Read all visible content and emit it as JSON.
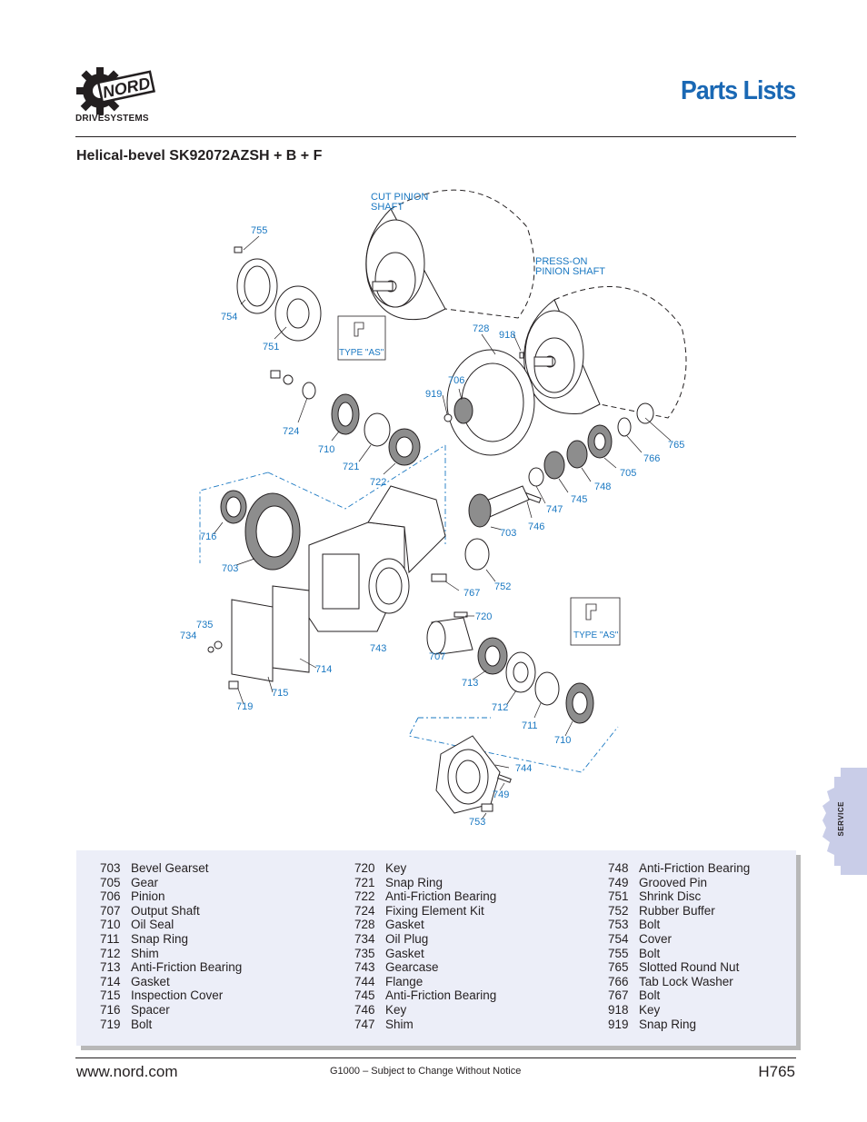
{
  "header": {
    "brand": "NORD",
    "brand_sub": "DRIVESYSTEMS",
    "title": "Parts Lists",
    "subtitle": "Helical-bevel SK92072AZSH + B + F"
  },
  "diagram": {
    "labels": {
      "cut_pinion_1": "CUT PINION",
      "cut_pinion_2": "SHAFT",
      "press_on_1": "PRESS-ON",
      "press_on_2": "PINION SHAFT",
      "type_as_1": "TYPE \"AS\"",
      "type_as_2": "TYPE \"AS\"",
      "c755": "755",
      "c754": "754",
      "c751": "751",
      "c724": "724",
      "c710a": "710",
      "c721": "721",
      "c722": "722",
      "c728": "728",
      "c918": "918",
      "c706": "706",
      "c919": "919",
      "c765": "765",
      "c766": "766",
      "c705": "705",
      "c748": "748",
      "c745": "745",
      "c747": "747",
      "c746": "746",
      "c703a": "703",
      "c716": "716",
      "c703b": "703",
      "c752": "752",
      "c767": "767",
      "c720": "720",
      "c735": "735",
      "c734": "734",
      "c743": "743",
      "c707": "707",
      "c714": "714",
      "c713": "713",
      "c712": "712",
      "c711": "711",
      "c710b": "710",
      "c715": "715",
      "c719": "719",
      "c744": "744",
      "c749": "749",
      "c753": "753"
    }
  },
  "parts": {
    "col1": [
      {
        "num": "703",
        "name": "Bevel Gearset"
      },
      {
        "num": "705",
        "name": "Gear"
      },
      {
        "num": "706",
        "name": "Pinion"
      },
      {
        "num": "707",
        "name": "Output Shaft"
      },
      {
        "num": "710",
        "name": "Oil Seal"
      },
      {
        "num": "711",
        "name": "Snap Ring"
      },
      {
        "num": "712",
        "name": "Shim"
      },
      {
        "num": "713",
        "name": "Anti-Friction Bearing"
      },
      {
        "num": "714",
        "name": "Gasket"
      },
      {
        "num": "715",
        "name": "Inspection Cover"
      },
      {
        "num": "716",
        "name": "Spacer"
      },
      {
        "num": "719",
        "name": "Bolt"
      }
    ],
    "col2": [
      {
        "num": "720",
        "name": "Key"
      },
      {
        "num": "721",
        "name": "Snap Ring"
      },
      {
        "num": "722",
        "name": "Anti-Friction Bearing"
      },
      {
        "num": "724",
        "name": "Fixing Element Kit"
      },
      {
        "num": "728",
        "name": "Gasket"
      },
      {
        "num": "734",
        "name": "Oil Plug"
      },
      {
        "num": "735",
        "name": "Gasket"
      },
      {
        "num": "743",
        "name": "Gearcase"
      },
      {
        "num": "744",
        "name": "Flange"
      },
      {
        "num": "745",
        "name": "Anti-Friction Bearing"
      },
      {
        "num": "746",
        "name": "Key"
      },
      {
        "num": "747",
        "name": "Shim"
      }
    ],
    "col3": [
      {
        "num": "748",
        "name": "Anti-Friction Bearing"
      },
      {
        "num": "749",
        "name": "Grooved Pin"
      },
      {
        "num": "751",
        "name": "Shrink Disc"
      },
      {
        "num": "752",
        "name": "Rubber Buffer"
      },
      {
        "num": "753",
        "name": "Bolt"
      },
      {
        "num": "754",
        "name": "Cover"
      },
      {
        "num": "755",
        "name": "Bolt"
      },
      {
        "num": "765",
        "name": "Slotted Round Nut"
      },
      {
        "num": "766",
        "name": "Tab Lock Washer"
      },
      {
        "num": "767",
        "name": "Bolt"
      },
      {
        "num": "918",
        "name": "Key"
      },
      {
        "num": "919",
        "name": "Snap Ring"
      }
    ]
  },
  "footer": {
    "url": "www.nord.com",
    "note": "G1000 – Subject to Change Without Notice",
    "page": "H765"
  },
  "tab": {
    "label": "SERVICE"
  },
  "colors": {
    "accent": "#1a68b4",
    "label_blue": "#1a78c2",
    "panel": "#eceef8",
    "tab": "#c9cde8"
  }
}
